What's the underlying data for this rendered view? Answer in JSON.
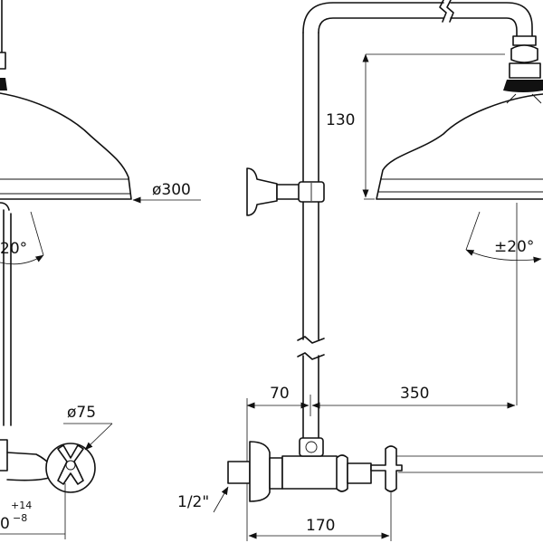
{
  "dimensions": {
    "head_diameter": "ø300",
    "arm_diameter": "ø75",
    "tilt_left": "20°",
    "tilt_right": "±20°",
    "height": "130",
    "offset_70": "70",
    "reach_350": "350",
    "depth_170": "170",
    "thread": "1/2\"",
    "tol_plus": "+14",
    "tol_minus": "−8",
    "partial_value": "0"
  },
  "colors": {
    "line": "#111111",
    "background": "#ffffff"
  }
}
